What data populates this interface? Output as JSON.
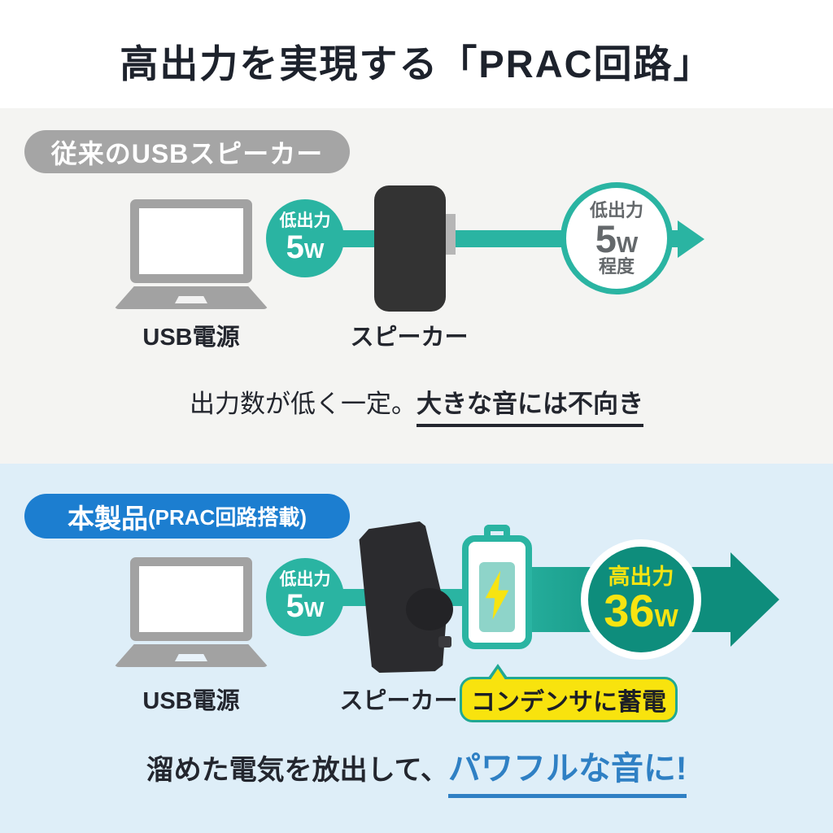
{
  "title": "高出力を実現する「PRAC回路」",
  "colors": {
    "teal": "#2ab4a2",
    "teal_dark": "#0e8d7c",
    "battery_fill": "#8ed4c9",
    "blue_pill": "#1c7ed0",
    "blue_text": "#2f80c4",
    "gray_pill": "#a5a5a5",
    "yellow": "#f8e30e",
    "yellow_text": "#f7e411",
    "section1_bg": "#f4f4f2",
    "section2_bg": "#deeef8",
    "dark_text": "#23262e"
  },
  "section_conventional": {
    "badge": "従来のUSBスピーカー",
    "source_label": "USB電源",
    "speaker_label": "スピーカー",
    "power_badge": {
      "line1": "低出力",
      "value": "5",
      "unit": "W"
    },
    "output_circle": {
      "line1": "低出力",
      "value": "5",
      "unit": "W",
      "line3": "程度"
    },
    "caption_normal": "出力数が低く一定。",
    "caption_emphasis": "大きな音には不向き"
  },
  "section_product": {
    "badge_main": "本製品",
    "badge_sub": "(PRAC回路搭載)",
    "source_label": "USB電源",
    "speaker_label": "スピーカー",
    "power_badge": {
      "line1": "低出力",
      "value": "5",
      "unit": "W"
    },
    "capacitor_note": "コンデンサに蓄電",
    "output_circle": {
      "line1": "高出力",
      "value": "36",
      "unit": "W"
    },
    "caption_normal": "溜めた電気を放出して、",
    "caption_emphasis": "パワフルな音に!"
  }
}
